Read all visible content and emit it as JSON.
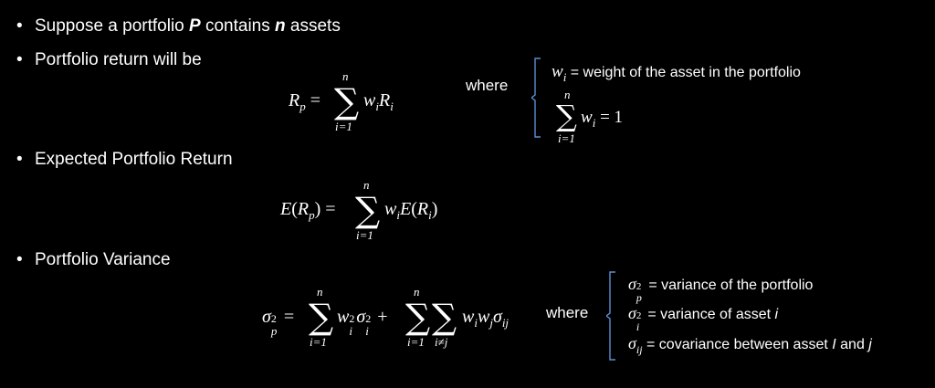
{
  "bullets": {
    "b1": {
      "pre": "Suppose a portfolio ",
      "p": "P",
      "mid": " contains ",
      "n": "n",
      "post": " assets"
    },
    "b2": "Portfolio return will be",
    "b3": "Expected Portfolio Return",
    "b4": "Portfolio Variance"
  },
  "bullet_glyph": "•",
  "where_label": "where",
  "math": {
    "eq": "=",
    "sigma": "∑",
    "n": "n",
    "i1": "i=1",
    "ineqj": "i≠j",
    "plus": "+",
    "R": "R",
    "p": "p",
    "w": "w",
    "i": "i",
    "j": "j",
    "E": "E",
    "lparen": "(",
    "rparen": ")",
    "sig": "σ",
    "sq": "2",
    "ij": "ij",
    "one": "1"
  },
  "notes": {
    "weight_text": " = weight of the asset in the portfolio",
    "var_p_text": " = variance of the portfolio",
    "var_i_text": " = variance of asset ",
    "var_i_tail": "i",
    "cov_text": " = covariance between asset ",
    "cov_I": "I",
    "cov_and": " and ",
    "cov_j": "j"
  }
}
